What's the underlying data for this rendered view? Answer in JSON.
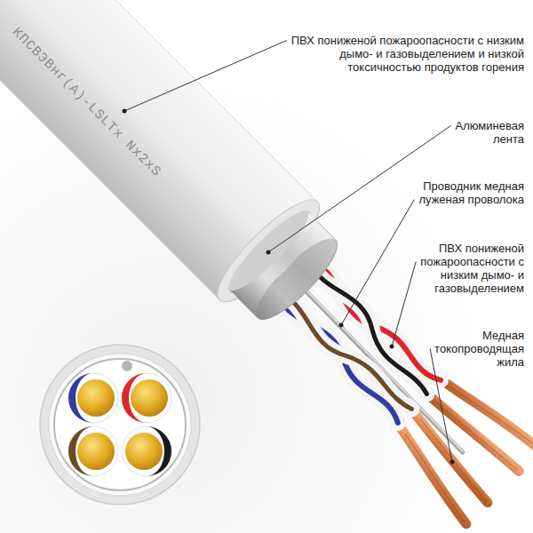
{
  "diagram": {
    "labels": [
      "КПСВЭВнг(А)-LSLTx Nx2xS",
      "ПВХ пониженой пожароопасности с низким дымо- и газовыделением и низкой токсичностью продуктов горения",
      "Алюминевая лента",
      "Проводник медная луженая проволока",
      "ПВХ пониженой пожароопасности с низким дымо- и газовыделением",
      "Медная токопроводящая жила"
    ]
  }
}
